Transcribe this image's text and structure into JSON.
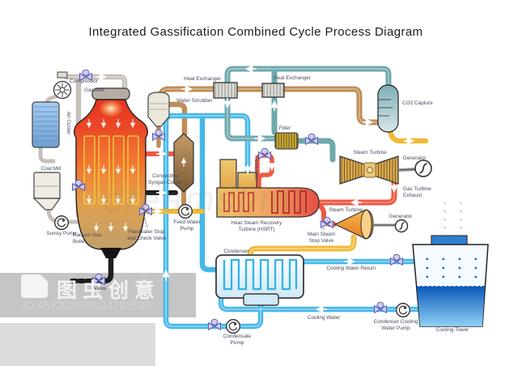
{
  "title": "Integrated Gassification Combined Cycle Process Diagram",
  "labels": {
    "compressor": "Compressor",
    "gassifier": "Gassifier",
    "air_cooler": "Air Cooler",
    "coal_mill": "Coal Mill",
    "surrey_pump": "Surrey Pump",
    "radiant_gas_boiler": "Radiant Gas\nBoiler",
    "valve": "valve",
    "water_scrubber": "Water Scrubber",
    "convective_syngas_cooler": "Convective\nSyngas Cooler",
    "heat_exchanger_1": "Heat Exchanger",
    "heat_exchanger_2": "Heat Exchanger",
    "co2_capture": "CO2 Capture",
    "filter": "Filter",
    "feedwater": "Feedwater",
    "feed_water_pump": "Feed Water\nPump",
    "feedwater_stop_check_valve": "Feedwater Stop\nand Check Valve",
    "steam_turbine_top": "Steam Turbine",
    "generator_top": "Generator",
    "gas_turbine_exhaust": "Gas Turbine\nExhaust",
    "steam_turbine_bottom": "Steam Turbine",
    "generator_bottom": "Generator",
    "main_steam_stop_valve": "Main Steam\nStop Valve",
    "hsrt": "Heat Steam Recovery\nTurbine (HSRT)",
    "condenser": "Condenser",
    "condensate_pump": "Condensate\nPump",
    "cooling_water_return": "Cooling Water Return",
    "cooling_water": "Cooling Water",
    "condenser_cooling_water_pump": "Condenser Cooling\nWater Pump",
    "cooling_tower": "Cooling Tower"
  },
  "watermark": {
    "brand": "图虫创意",
    "id_text": "ID:457203830034792530",
    "stock_name": "dreamstime"
  },
  "colors": {
    "pipe_gray": "#c6c0ba",
    "pipe_brown": "#c08d58",
    "pipe_teal": "#6fa9ad",
    "pipe_cyan": "#45b8e8",
    "pipe_red": "#ee5a44",
    "pipe_yellow": "#f0b93a",
    "pipe_black": "#1d1d1d",
    "valve_purple": "#cfcff2",
    "watermark_band": "#c5c5c5"
  }
}
